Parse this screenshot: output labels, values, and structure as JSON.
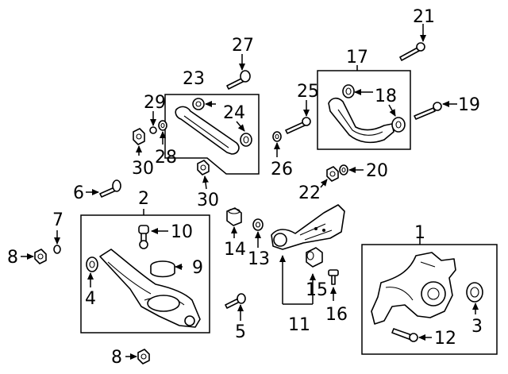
{
  "diagram": {
    "callouts": [
      {
        "id": "1",
        "text": "1"
      },
      {
        "id": "2",
        "text": "2"
      },
      {
        "id": "3",
        "text": "3"
      },
      {
        "id": "4",
        "text": "4"
      },
      {
        "id": "5",
        "text": "5"
      },
      {
        "id": "6",
        "text": "6"
      },
      {
        "id": "7",
        "text": "7"
      },
      {
        "id": "8a",
        "text": "8"
      },
      {
        "id": "8b",
        "text": "8"
      },
      {
        "id": "9",
        "text": "9"
      },
      {
        "id": "10",
        "text": "10"
      },
      {
        "id": "11",
        "text": "11"
      },
      {
        "id": "12",
        "text": "12"
      },
      {
        "id": "13",
        "text": "13"
      },
      {
        "id": "14",
        "text": "14"
      },
      {
        "id": "15",
        "text": "15"
      },
      {
        "id": "16",
        "text": "16"
      },
      {
        "id": "17",
        "text": "17"
      },
      {
        "id": "18",
        "text": "18"
      },
      {
        "id": "19",
        "text": "19"
      },
      {
        "id": "20",
        "text": "20"
      },
      {
        "id": "21",
        "text": "21"
      },
      {
        "id": "22",
        "text": "22"
      },
      {
        "id": "23",
        "text": "23"
      },
      {
        "id": "24",
        "text": "24"
      },
      {
        "id": "25",
        "text": "25"
      },
      {
        "id": "26",
        "text": "26"
      },
      {
        "id": "27",
        "text": "27"
      },
      {
        "id": "28",
        "text": "28"
      },
      {
        "id": "29",
        "text": "29"
      },
      {
        "id": "30a",
        "text": "30"
      },
      {
        "id": "30b",
        "text": "30"
      }
    ]
  }
}
